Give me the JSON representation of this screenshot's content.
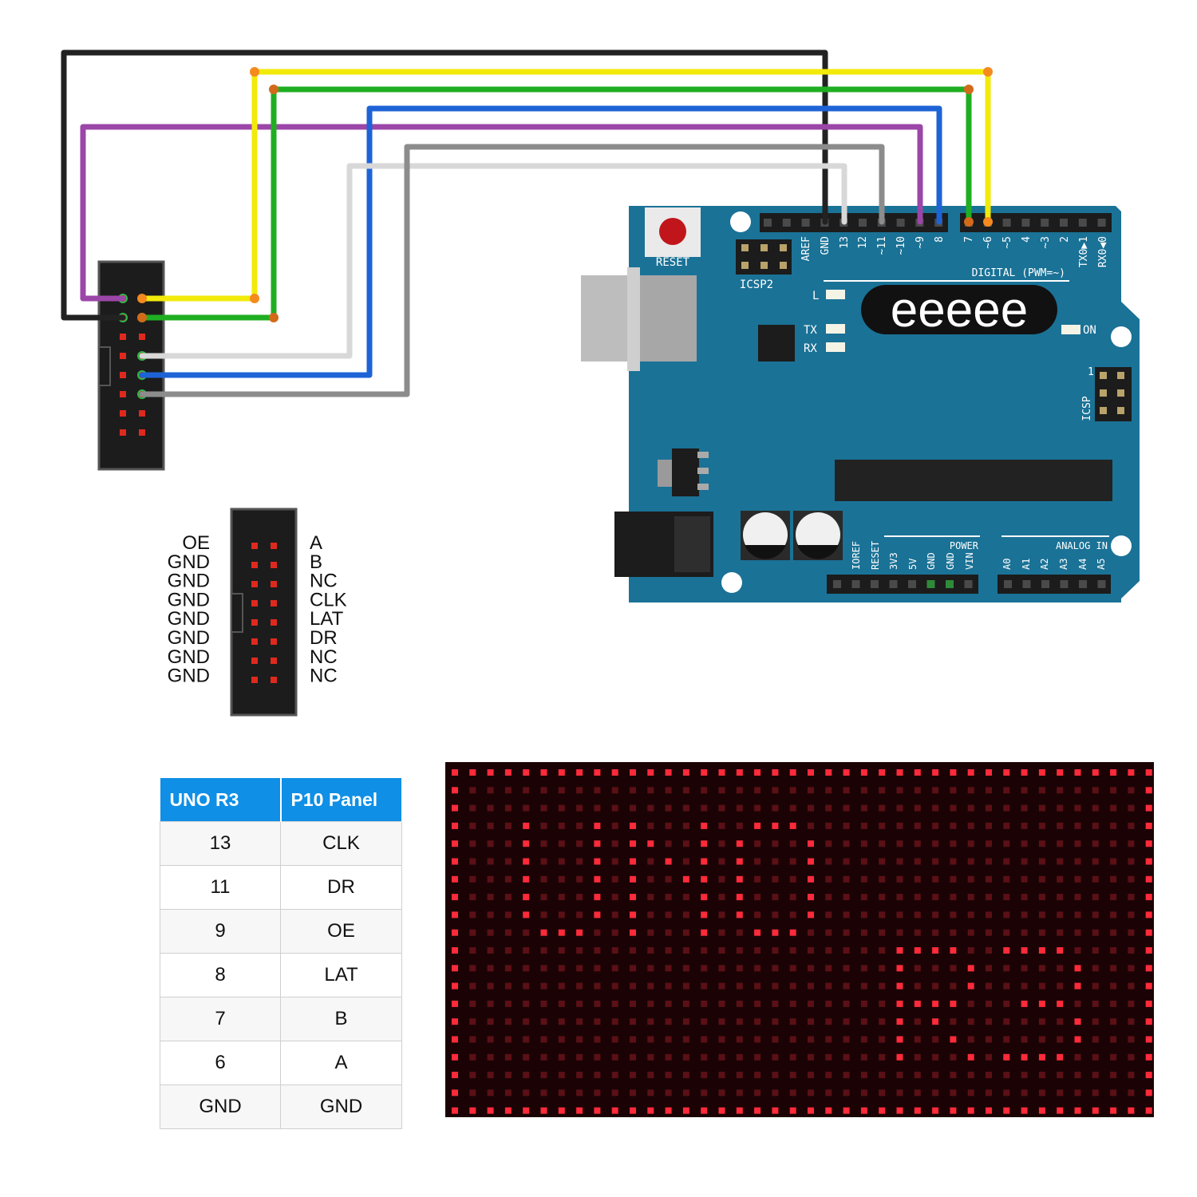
{
  "board": {
    "reset_label": "RESET",
    "icsp2_label": "ICSP2",
    "icsp_label": "ICSP",
    "icsp_pin1": "1",
    "digital_label": "DIGITAL (PWM=~)",
    "logo_text": "eeeee",
    "led_l": "L",
    "led_tx": "TX",
    "led_rx": "RX",
    "on_label": "ON",
    "power_label": "POWER",
    "analog_label": "ANALOG IN",
    "digital_pins": [
      "AREF",
      "GND",
      "13",
      "12",
      "~11",
      "~10",
      "~9",
      "8",
      "7",
      "~6",
      "~5",
      "4",
      "~3",
      "2",
      "TX0▶1",
      "RX0◀0"
    ],
    "power_pins": [
      "IOREF",
      "RESET",
      "3V3",
      "5V",
      "GND",
      "GND",
      "VIN"
    ],
    "analog_pins": [
      "A0",
      "A1",
      "A2",
      "A3",
      "A4",
      "A5"
    ]
  },
  "connector": {
    "left_labels": [
      "OE",
      "GND",
      "GND",
      "GND",
      "GND",
      "GND",
      "GND",
      "GND"
    ],
    "right_labels": [
      "A",
      "B",
      "NC",
      "CLK",
      "LAT",
      "DR",
      "NC",
      "NC"
    ]
  },
  "table": {
    "headers": [
      "UNO R3",
      "P10 Panel"
    ],
    "rows": [
      [
        "13",
        "CLK"
      ],
      [
        "11",
        "DR"
      ],
      [
        "9",
        "OE"
      ],
      [
        "8",
        "LAT"
      ],
      [
        "7",
        "B"
      ],
      [
        "6",
        "A"
      ],
      [
        "GND",
        "GND"
      ]
    ]
  },
  "panel": {
    "text_line1": "UNO",
    "text_line2": "R3"
  },
  "colors": {
    "board": "#1a7296",
    "wire_black": "#222222",
    "wire_yellow": "#f2ea0a",
    "wire_green": "#1fae22",
    "wire_blue": "#1e63d6",
    "wire_purple": "#9b46a8",
    "wire_gray": "#8c8c8c",
    "wire_white": "#d8d8d8",
    "led_red": "#ff1a2e",
    "table_header": "#0f8fe6"
  }
}
